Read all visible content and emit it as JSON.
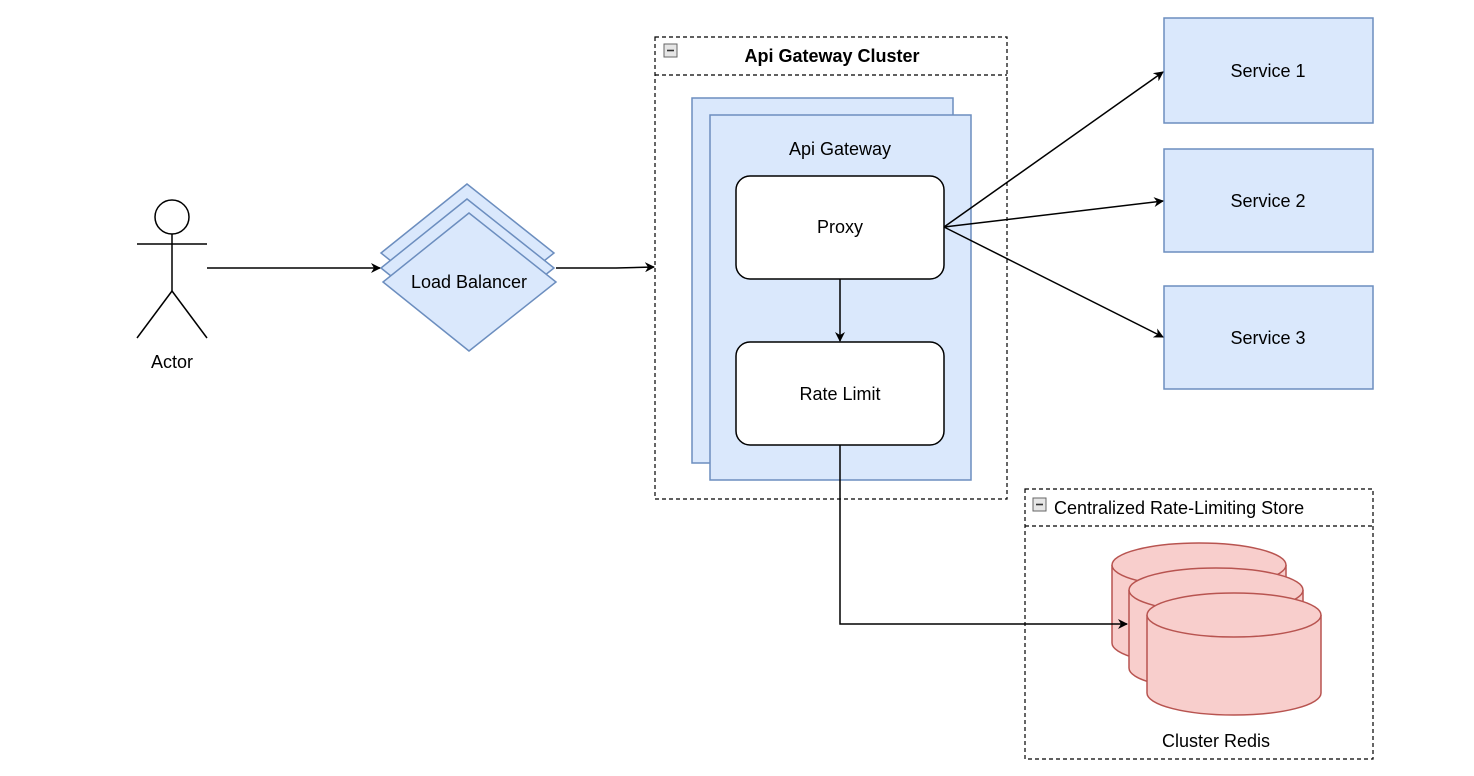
{
  "colors": {
    "node_fill": "#dae8fc",
    "node_stroke": "#6c8ebf",
    "db_fill": "#f8cecc",
    "db_stroke": "#b85450",
    "edge": "#000000",
    "background": "#ffffff"
  },
  "nodes": {
    "actor": {
      "label": "Actor",
      "shape": "stick-figure-icon"
    },
    "load_balancer": {
      "label": "Load Balancer",
      "shape": "stacked-diamond"
    },
    "api_gateway_cluster": {
      "label": "Api Gateway Cluster",
      "collapse_icon": "minus-square-icon"
    },
    "api_gateway": {
      "label": "Api Gateway"
    },
    "proxy": {
      "label": "Proxy"
    },
    "rate_limit": {
      "label": "Rate Limit"
    },
    "services": [
      {
        "label": "Service 1"
      },
      {
        "label": "Service 2"
      },
      {
        "label": "Service 3"
      }
    ],
    "rate_limiting_store": {
      "label": "Centralized Rate-Limiting Store",
      "collapse_icon": "minus-square-icon"
    },
    "cluster_redis": {
      "label": "Cluster Redis",
      "shape": "stacked-cylinder"
    }
  },
  "edges": [
    {
      "from": "Actor",
      "to": "Load Balancer"
    },
    {
      "from": "Load Balancer",
      "to": "Api Gateway Cluster"
    },
    {
      "from": "Proxy",
      "to": "Rate Limit"
    },
    {
      "from": "Proxy",
      "to": "Service 1"
    },
    {
      "from": "Proxy",
      "to": "Service 2"
    },
    {
      "from": "Proxy",
      "to": "Service 3"
    },
    {
      "from": "Rate Limit",
      "to": "Cluster Redis"
    }
  ]
}
